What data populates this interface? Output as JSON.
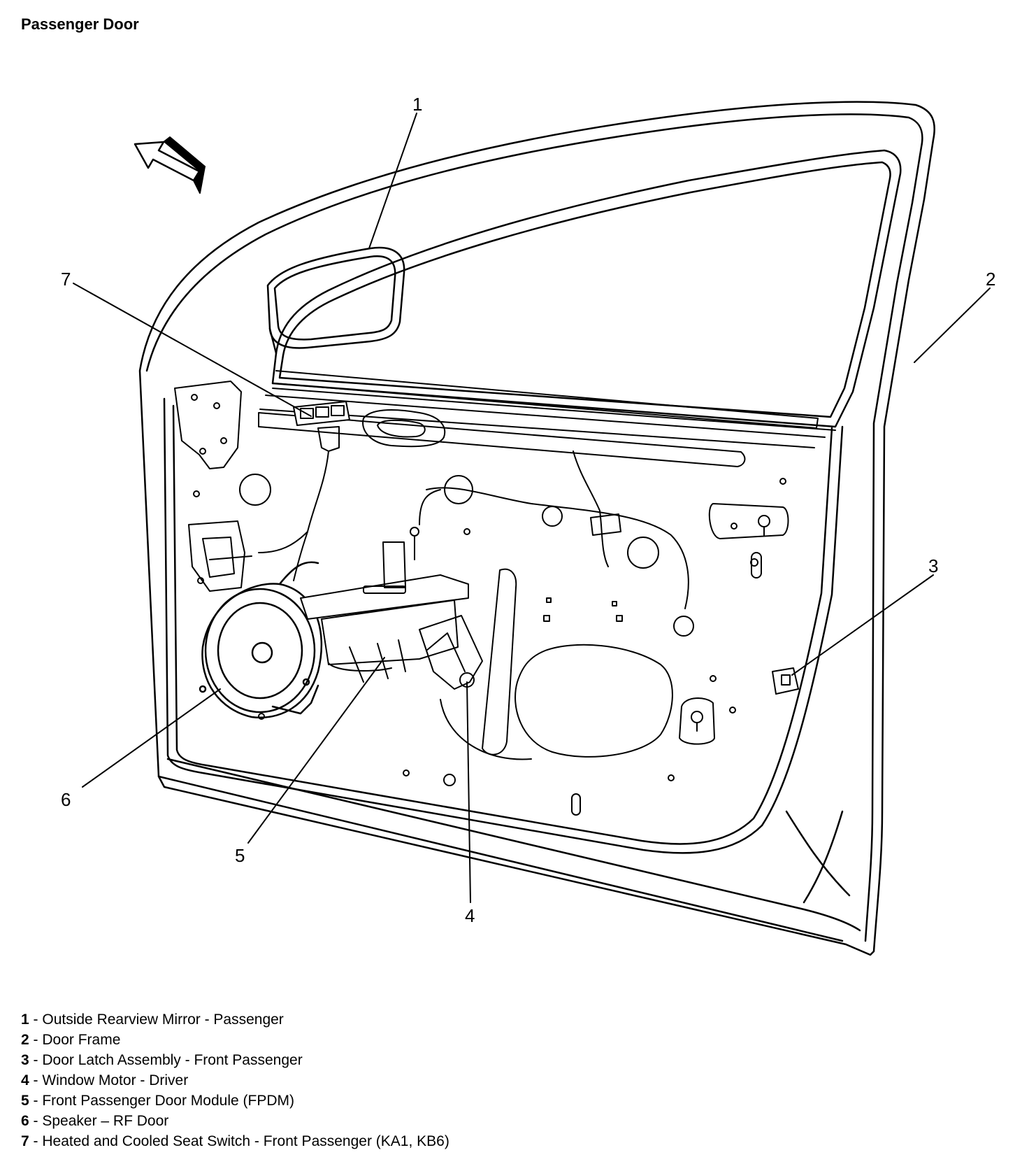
{
  "header": {
    "title": "Passenger Door"
  },
  "diagram": {
    "callouts": [
      "1",
      "2",
      "3",
      "4",
      "5",
      "6",
      "7"
    ]
  },
  "legend": [
    {
      "num": "1",
      "sep": " - ",
      "text": "Outside Rearview Mirror - Passenger"
    },
    {
      "num": "2",
      "sep": " - ",
      "text": "Door Frame"
    },
    {
      "num": "3",
      "sep": " - ",
      "text": "Door Latch Assembly - Front Passenger"
    },
    {
      "num": "4",
      "sep": " - ",
      "text": "Window Motor - Driver"
    },
    {
      "num": "5",
      "sep": " - ",
      "text": "Front Passenger Door Module (FPDM)"
    },
    {
      "num": "6",
      "sep": " - ",
      "text": "Speaker – RF Door"
    },
    {
      "num": "7",
      "sep": " - ",
      "text": "Heated and Cooled Seat Switch - Front Passenger (KA1, KB6)"
    }
  ]
}
